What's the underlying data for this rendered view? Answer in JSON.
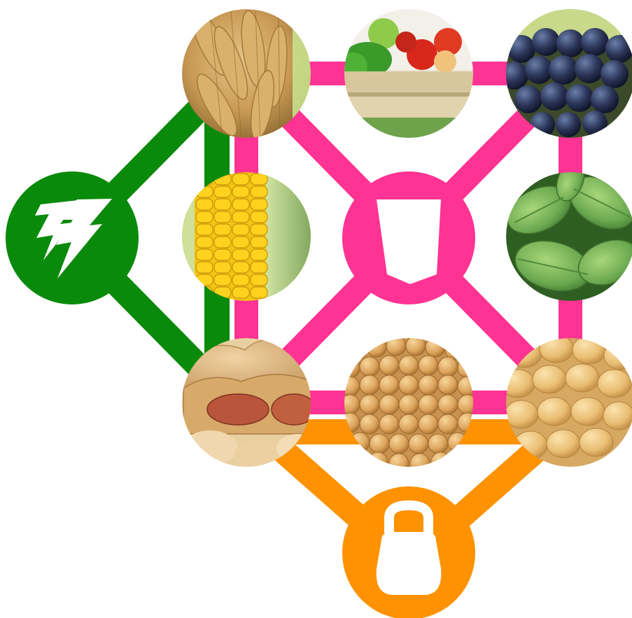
{
  "colors": {
    "green": "#0a8a0a",
    "pink": "#ff3393",
    "orange": "#ff9200",
    "background": "#ffffff"
  },
  "hubs": [
    {
      "id": "energy",
      "icon": "lightning-bolts-icon",
      "color": "green"
    },
    {
      "id": "protection",
      "icon": "shield-icon",
      "color": "pink"
    },
    {
      "id": "strength",
      "icon": "kettlebell-icon",
      "color": "orange"
    }
  ],
  "nodes": [
    {
      "id": "wheat",
      "depicts": "wheat-photo"
    },
    {
      "id": "vegetables",
      "depicts": "vegetables-photo"
    },
    {
      "id": "grapes",
      "depicts": "grapes-photo"
    },
    {
      "id": "corn",
      "depicts": "corn-photo"
    },
    {
      "id": "soy-leaves",
      "depicts": "soy-leaves-photo"
    },
    {
      "id": "peanuts",
      "depicts": "peanuts-photo"
    },
    {
      "id": "chickpeas",
      "depicts": "chickpeas-photo"
    },
    {
      "id": "soybeans",
      "depicts": "soybeans-photo"
    }
  ]
}
